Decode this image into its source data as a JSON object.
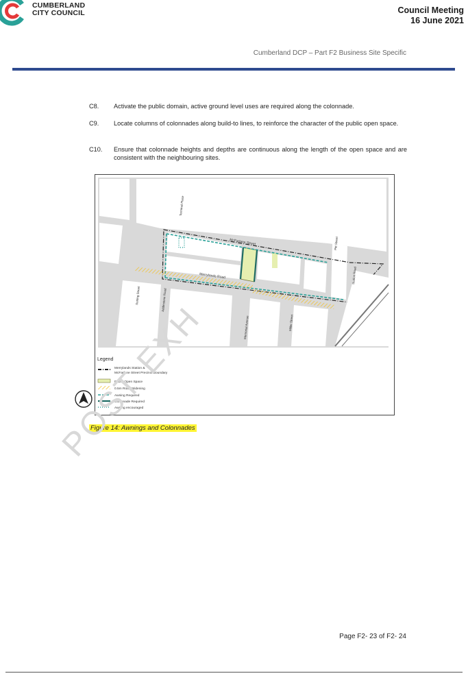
{
  "header": {
    "logo_line1": "CUMBERLAND",
    "logo_line2": "CITY COUNCIL",
    "meeting_title": "Council Meeting",
    "meeting_date": "16 June 2021",
    "doc_subtitle": "Cumberland DCP – Part F2 Business Site Specific"
  },
  "clauses": [
    {
      "num": "C8.",
      "text": "Activate the public domain, active ground level uses are required along the colonnade."
    },
    {
      "num": "C9.",
      "text": "Locate columns of colonnades along build-to lines, to reinforce the character of the public open space."
    },
    {
      "num": "C10.",
      "text": "Ensure that colonnade heights and depths are continuous along the length of the open space and are consistent with the neighbouring sites."
    }
  ],
  "map": {
    "streets": {
      "mcfarlane": "McFarlane Street",
      "merrylands_road": "Merrylands Road",
      "terminal_place": "Terminal Place",
      "station_road": "Station Road",
      "pitt_street": "Pitt Street",
      "memorial_avenue": "Memorial Avenue",
      "miller_street": "Miller Street",
      "sorting_street": "Sorting Street",
      "addlestone_road": "Addlestone Road"
    },
    "legend_title": "Legend",
    "legend": [
      {
        "key": "boundary",
        "label_1": "Merrylands Station &",
        "label_2": "McFarlane Street Precinct Boundary"
      },
      {
        "key": "open_space",
        "label_1": "Public Open Space"
      },
      {
        "key": "road_widening",
        "label_1": "0.5m Road Widening"
      },
      {
        "key": "awning_required",
        "label_1": "Awning Required"
      },
      {
        "key": "colonnade_required",
        "label_1": "Colonnade Required"
      },
      {
        "key": "awning_encouraged",
        "label_1": "Awning encouraged"
      }
    ],
    "colors": {
      "road": "#d9d9d9",
      "block": "#ffffff",
      "open_space": "#e6efb0",
      "widening": "#f2c230",
      "awning": "#2aa198",
      "colonnade": "#1f6b63"
    }
  },
  "figure_caption": "Figure 14: Awnings and Colonnades",
  "watermark": "POST EXH",
  "page_number": "Page F2- 23 of F2- 24"
}
